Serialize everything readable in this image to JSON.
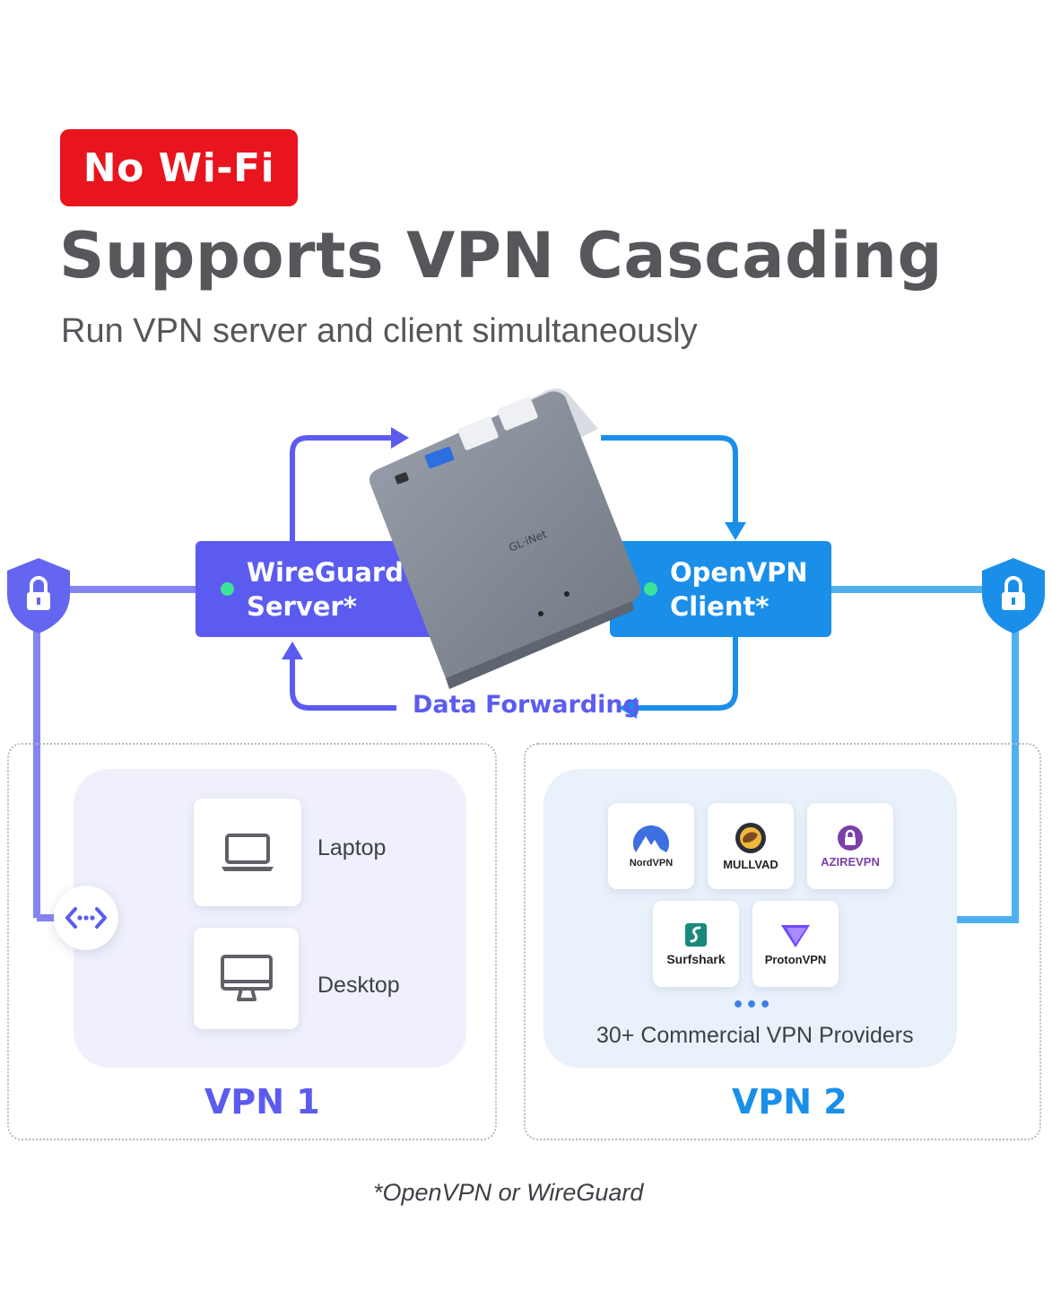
{
  "badge": {
    "label": "No Wi-Fi",
    "color": "#e8141e"
  },
  "title": "Supports VPN Cascading",
  "subtitle": "Run VPN server and client simultaneously",
  "server_pill": {
    "line1": "WireGuard",
    "line2": "Server*",
    "color": "#5b5cef"
  },
  "client_pill": {
    "line1": "OpenVPN",
    "line2": "Client*",
    "color": "#1a8fe9"
  },
  "device": {
    "brand": "GL·iNet",
    "icon": "router-device"
  },
  "data_forwarding": "Data Forwarding",
  "vpn1": {
    "label": "VPN 1",
    "hub_icon": "network-share-icon",
    "devices": [
      {
        "label": "Laptop",
        "icon": "laptop-icon"
      },
      {
        "label": "Desktop",
        "icon": "desktop-monitor-icon"
      }
    ]
  },
  "vpn2": {
    "label": "VPN 2",
    "providers": [
      {
        "name": "NordVPN",
        "icon": "nordvpn-logo"
      },
      {
        "name": "MULLVAD",
        "icon": "mullvad-logo"
      },
      {
        "name": "AZIREVPN",
        "icon": "azirevpn-logo"
      },
      {
        "name": "Surfshark",
        "icon": "surfshark-logo"
      },
      {
        "name": "ProtonVPN",
        "icon": "protonvpn-logo"
      }
    ],
    "more": "•••",
    "caption": "30+ Commercial VPN Providers"
  },
  "footnote": "*OpenVPN or WireGuard"
}
